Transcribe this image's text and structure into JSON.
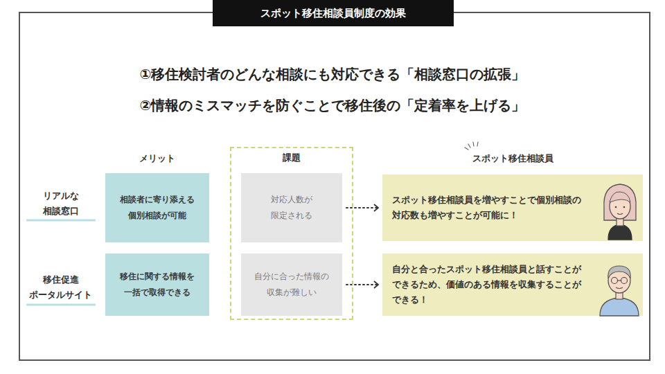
{
  "diagram": {
    "title": "スポット移住相談員制度の効果",
    "nodes": [
      {
        "text": [
          "課題"
        ]
      },
      {
        "text": [
          "相談者に寄り添える 個別相談が可能"
        ]
      },
      {
        "text": [
          "対応人数が 限定される"
        ],
        "in": 0
      },
      {
        "text": [
          "スポット移住相談員を増やすことで個別相談の 対応数も増やすことが可能に！"
        ]
      },
      {
        "text": [
          "移住に関する情報を 一括で取得できる"
        ]
      },
      {
        "text": [
          "自分に合った情報の 収集が難しい"
        ],
        "in": 0
      },
      {
        "text": [
          "自分と合ったスポット移住相談員と話すことが できるため、価値のある情報を収集することが できる！"
        ]
      }
    ],
    "edges": [
      {
        "from": 2,
        "to": 3,
        "arrow": "to"
      },
      {
        "from": 5,
        "to": 6,
        "arrow": "to"
      }
    ],
    "labels": [
      "①移住検討者のどんな相談にも対応できる「相談窓口の拡張」",
      "②情報のミスマッチを防ぐことで移住後の「定着率を上げる」",
      "メリット",
      "スポット移住相談員",
      "リアルな 相談窓口",
      "移住促進 ポータルサイト"
    ]
  }
}
